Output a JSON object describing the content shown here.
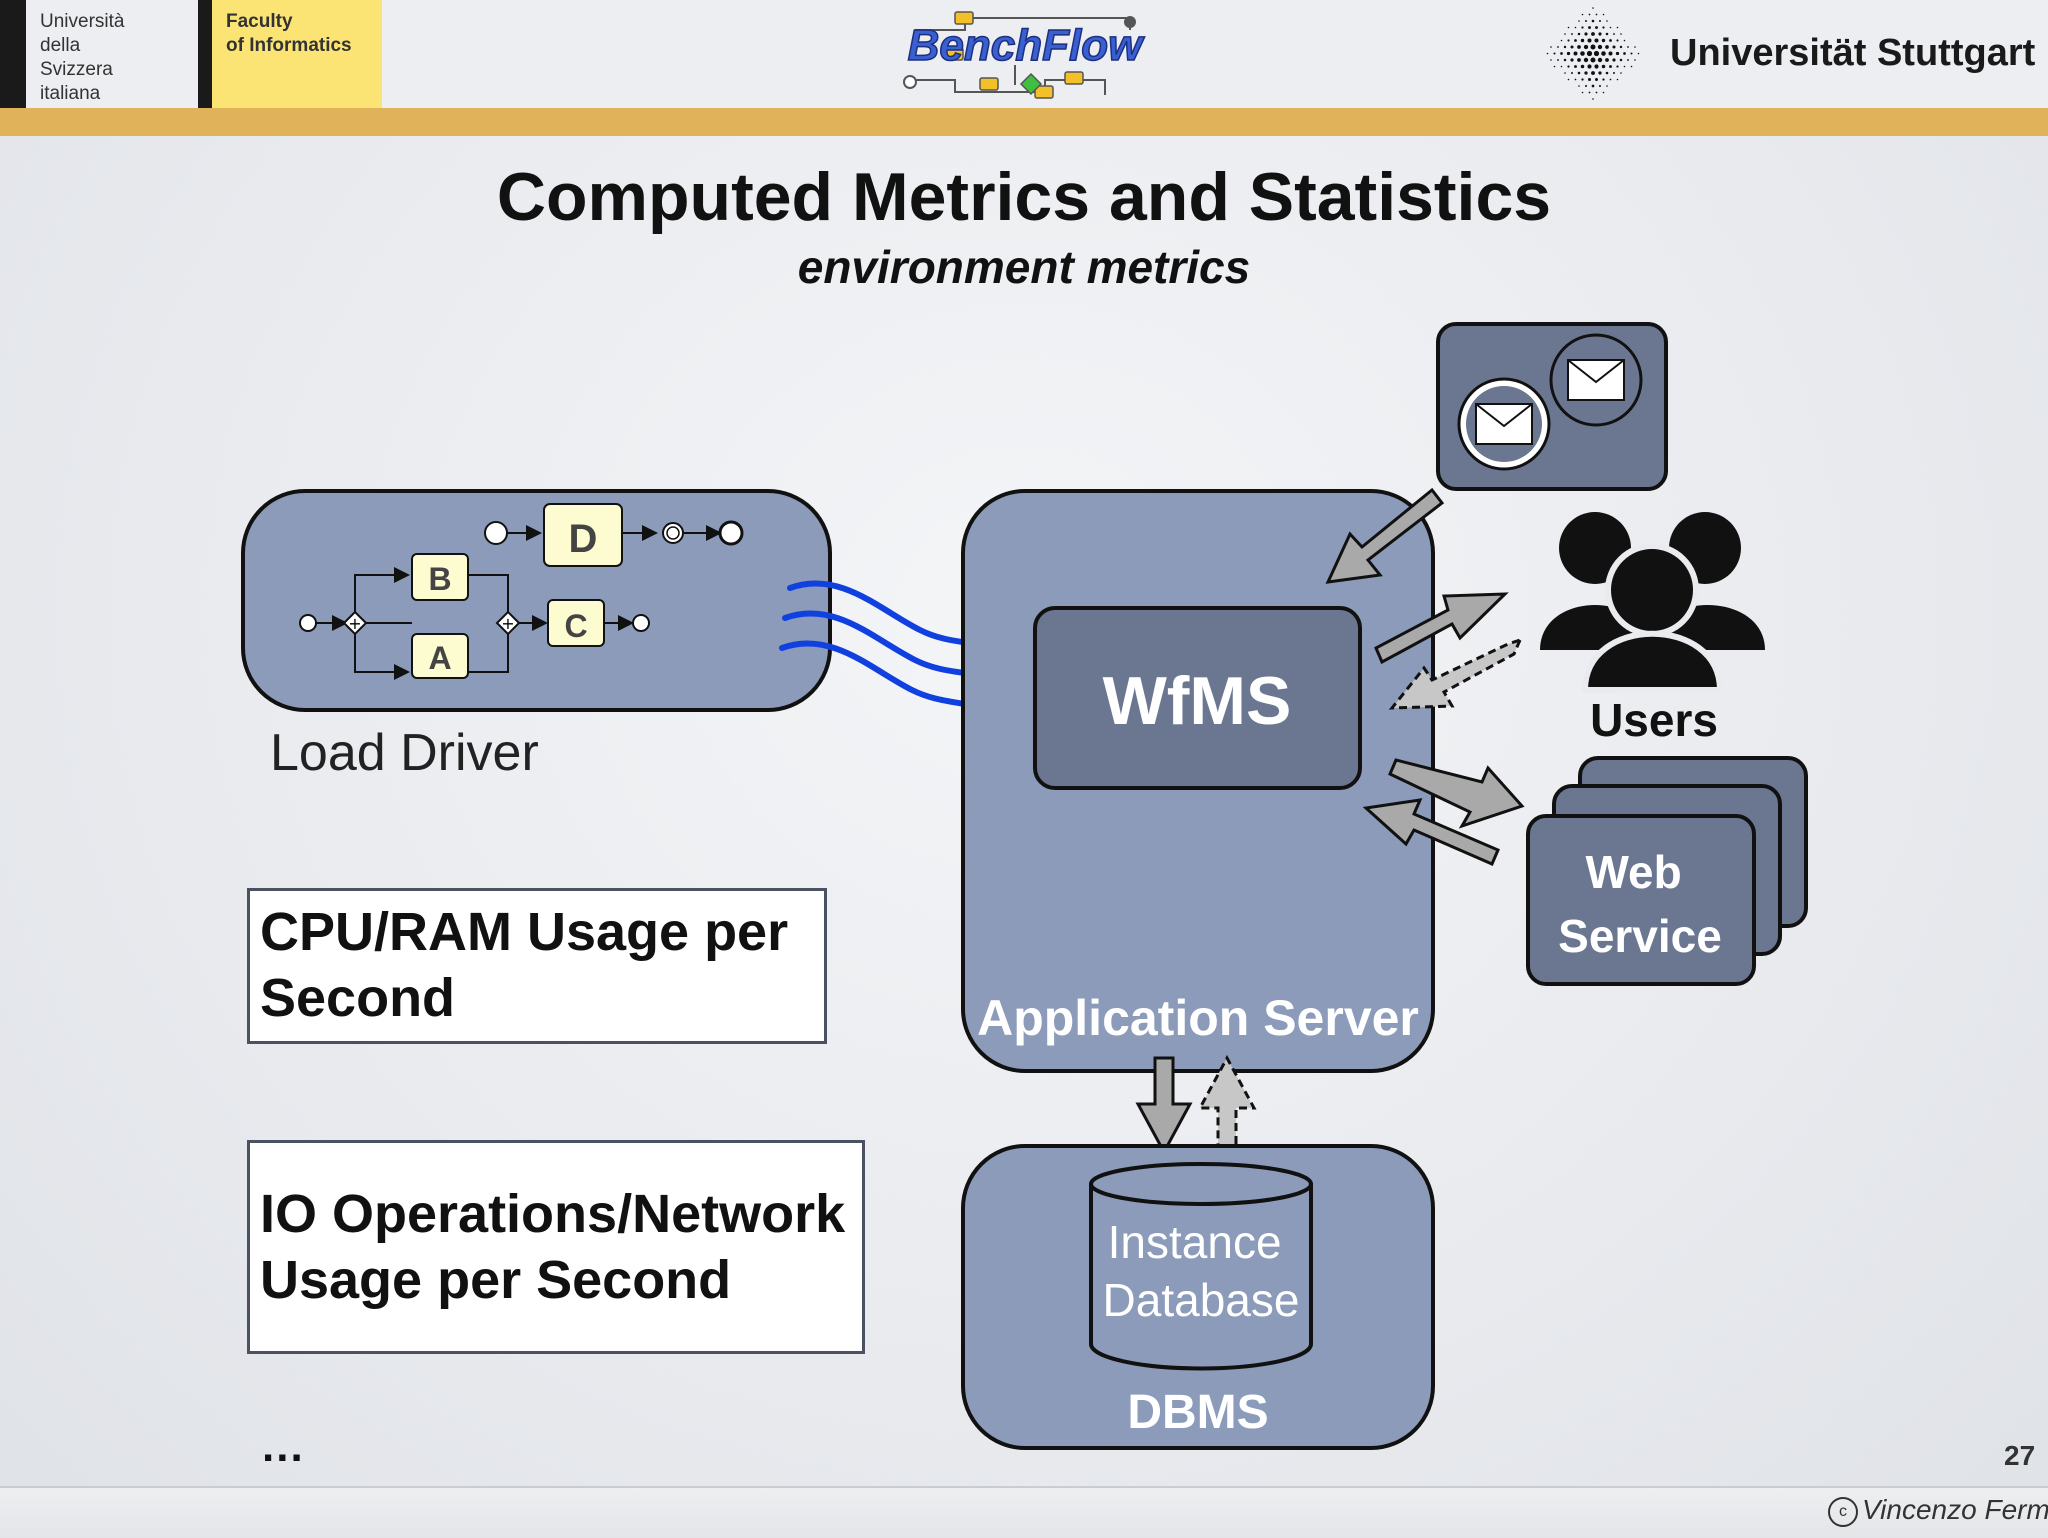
{
  "header": {
    "usi_name": "Università\ndella\nSvizzera\nitaliana",
    "faculty": "Faculty\nof Informatics",
    "benchflow_logo": "BenchFlow",
    "university": "Universität Stuttgart"
  },
  "slide": {
    "title": "Computed Metrics and Statistics",
    "subtitle": "environment metrics"
  },
  "diagram": {
    "load_driver_label": "Load Driver",
    "process_tasks": [
      "D",
      "B",
      "A",
      "C"
    ],
    "wfms_label": "WfMS",
    "app_server_label": "Application Server",
    "users_label": "Users",
    "web_service_label": "Web Service",
    "instance_db_label": "Instance Database",
    "dbms_label": "DBMS"
  },
  "metrics": [
    "CPU/RAM Usage per Second",
    "IO Operations/Network Usage per Second"
  ],
  "footer": {
    "ellipsis": "...",
    "page_number": "27",
    "author": "Vincenzo Ferme"
  },
  "colors": {
    "node_fill": "#8b9bb9",
    "node_dark": "#6b7791",
    "header_gold": "#e0b25a",
    "faculty_yellow": "#fbe474",
    "wave_blue": "#1040e0",
    "arrow_gray": "#a9a9a9"
  }
}
